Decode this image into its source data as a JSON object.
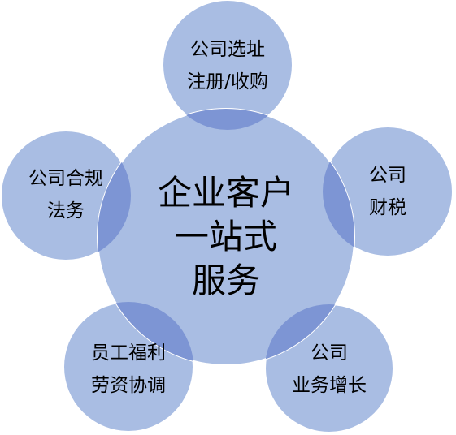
{
  "diagram": {
    "fill_color": "#a9bde3",
    "overlap_color": "#7d95d4",
    "stroke_color": "#ffffff",
    "text_color": "#000000",
    "center": {
      "lines": [
        "企业客户",
        "一站式",
        "服务"
      ]
    },
    "satellites": [
      {
        "id": "top",
        "lines": [
          "公司选址",
          "注册/收购"
        ]
      },
      {
        "id": "right",
        "lines": [
          "公司",
          "财税"
        ]
      },
      {
        "id": "bottom-right",
        "lines": [
          "公司",
          "业务增长"
        ]
      },
      {
        "id": "bottom-left",
        "lines": [
          "员工福利",
          "劳资协调"
        ]
      },
      {
        "id": "left",
        "lines": [
          "公司合规",
          "法务"
        ]
      }
    ]
  }
}
